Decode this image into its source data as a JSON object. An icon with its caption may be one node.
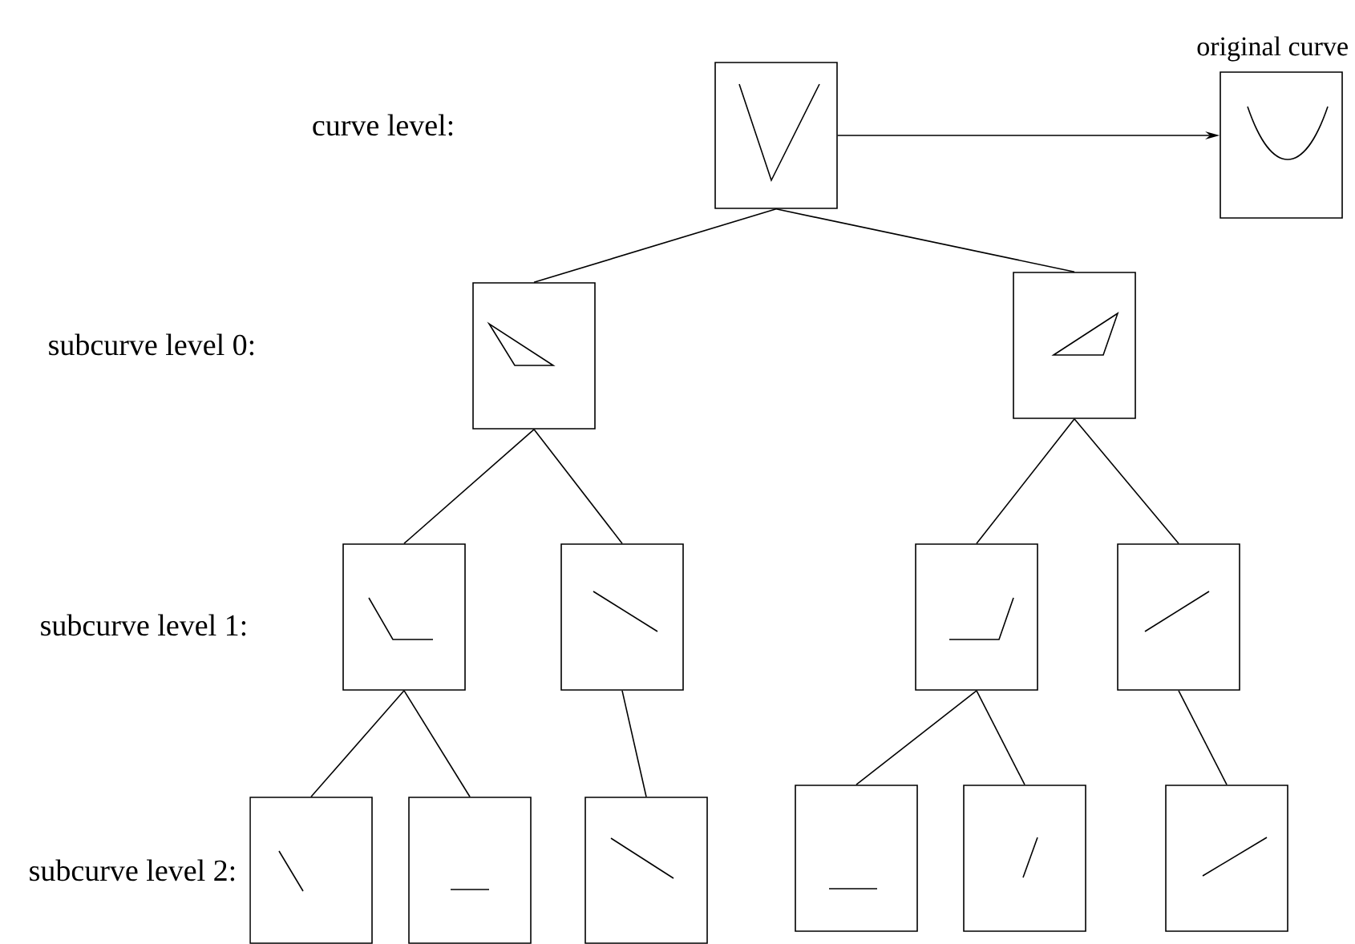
{
  "diagram": {
    "nodes": [
      {
        "text": [],
        "shape": "picture"
      },
      {
        "text": [
          "original curve"
        ]
      },
      {
        "text": [],
        "shape": "picture"
      },
      {
        "text": [],
        "shape": "picture"
      },
      {
        "text": [],
        "shape": "picture"
      },
      {
        "text": [],
        "shape": "picture"
      },
      {
        "text": [],
        "shape": "picture"
      },
      {
        "text": [],
        "shape": "picture"
      },
      {
        "text": [],
        "shape": "picture"
      },
      {
        "text": [],
        "shape": "picture"
      },
      {
        "text": [],
        "shape": "picture"
      },
      {
        "text": [],
        "shape": "picture"
      },
      {
        "text": [],
        "shape": "picture"
      },
      {
        "text": [],
        "shape": "picture"
      }
    ],
    "edges": [
      {
        "from": 0,
        "to": 1,
        "arrow": "to"
      },
      {
        "from": 0,
        "to": 2,
        "arrow": "none"
      },
      {
        "from": 0,
        "to": 3,
        "arrow": "none"
      },
      {
        "from": 2,
        "to": 4,
        "arrow": "none"
      },
      {
        "from": 2,
        "to": 5,
        "arrow": "none"
      },
      {
        "from": 3,
        "to": 6,
        "arrow": "none"
      },
      {
        "from": 3,
        "to": 7,
        "arrow": "none"
      },
      {
        "from": 4,
        "to": 8,
        "arrow": "none"
      },
      {
        "from": 4,
        "to": 9,
        "arrow": "none"
      },
      {
        "from": 5,
        "to": 10,
        "arrow": "none"
      },
      {
        "from": 6,
        "to": 11,
        "arrow": "none"
      },
      {
        "from": 6,
        "to": 12,
        "arrow": "none"
      },
      {
        "from": 7,
        "to": 13,
        "arrow": "none"
      }
    ],
    "labels": [
      "curve level:",
      "subcurve level 0:",
      "subcurve level 1:",
      "subcurve level 2:"
    ]
  }
}
